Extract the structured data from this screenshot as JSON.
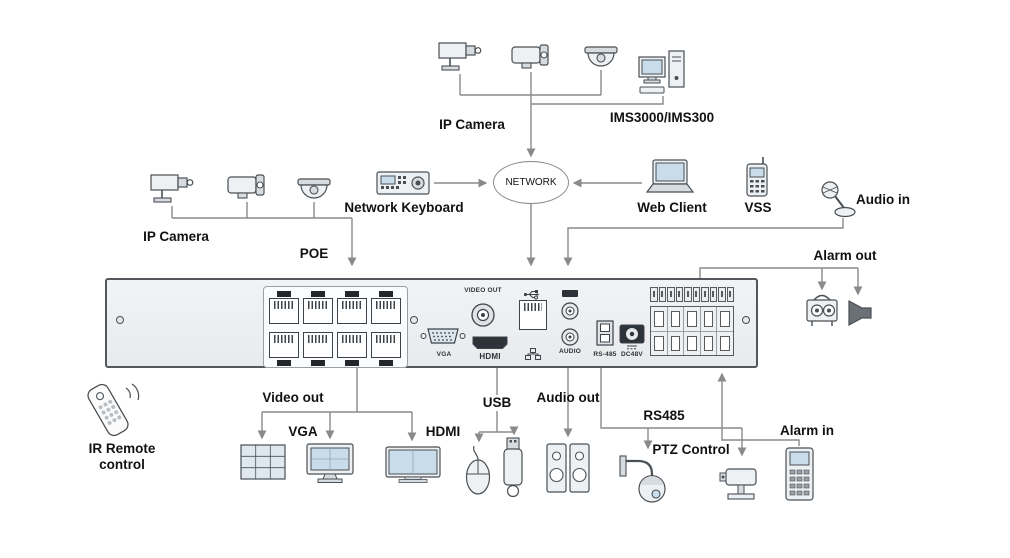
{
  "colors": {
    "line": "#8a8a8a",
    "text": "#121212",
    "panel_fill": "#eef0f2",
    "panel_border": "#53565a"
  },
  "network_cloud": {
    "label": "NETWORK"
  },
  "top_group": {
    "ip_camera": "IP Camera",
    "ims": "IMS3000/IMS300"
  },
  "middle_group": {
    "network_keyboard": "Network Keyboard",
    "web_client": "Web Client",
    "vss": "VSS",
    "audio_in": "Audio in",
    "ip_camera": "IP Camera",
    "poe": "POE",
    "alarm_out": "Alarm out"
  },
  "nvr_panel": {
    "video_out": "VIDEO OUT",
    "vga": "VGA",
    "hdmi": "HDMI",
    "audio": "AUDIO",
    "rs485": "RS-485",
    "dc48v": "DC48V"
  },
  "bottom_group": {
    "ir_remote": "IR Remote control",
    "video_out": "Video out",
    "vga": "VGA",
    "hdmi": "HDMI",
    "usb": "USB",
    "audio_out": "Audio out",
    "rs485": "RS485",
    "ptz_control": "PTZ Control",
    "alarm_in": "Alarm in"
  }
}
